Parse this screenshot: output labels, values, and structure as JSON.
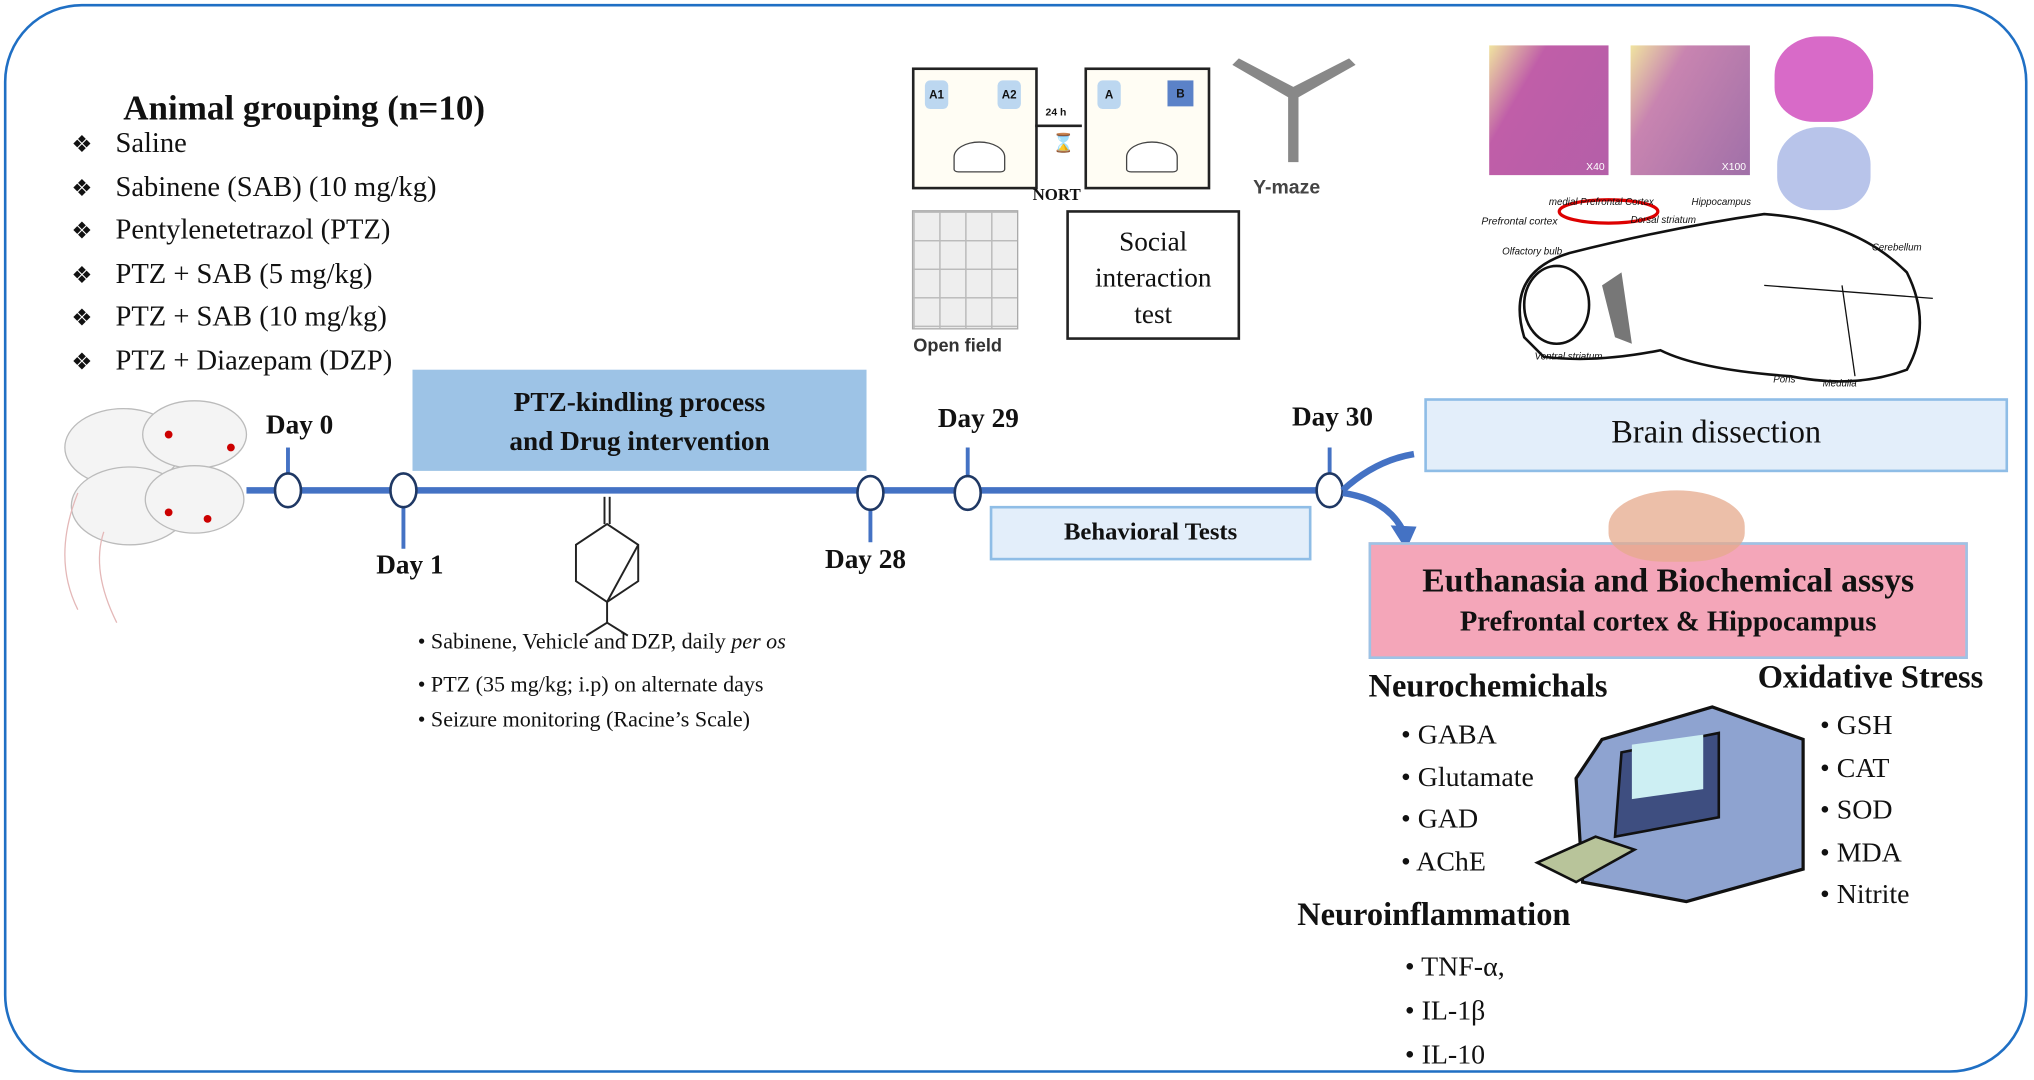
{
  "grouping": {
    "title": "Animal grouping (n=10)",
    "bullet_icon": "diamond-four-petal-icon",
    "items": [
      "Saline",
      "Sabinene (SAB) (10 mg/kg)",
      "Pentylenetetrazol  (PTZ)",
      "PTZ + SAB (5 mg/kg)",
      "PTZ + SAB (10 mg/kg)",
      "PTZ + Diazepam (DZP)"
    ]
  },
  "timeline": {
    "days": {
      "d0": "Day 0",
      "d1": "Day 1",
      "d28": "Day 28",
      "d29": "Day 29",
      "d30": "Day 30"
    },
    "kindling": {
      "line1": "PTZ-kindling process",
      "line2": "and Drug intervention"
    },
    "behavioral": "Behavioral Tests",
    "notes": [
      "Sabinene, Vehicle and DZP, daily ",
      "PTZ (35 mg/kg;  i.p) on alternate days",
      "Seizure monitoring  (Racine’s Scale)"
    ],
    "notes_italic": "per os"
  },
  "tests": {
    "nort": {
      "label": "NORT",
      "obj1": "A1",
      "obj2": "A2",
      "obj3": "A",
      "obj4": "B",
      "interval": "24 h"
    },
    "ymaze": "Y-maze",
    "open_field": "Open field",
    "social": {
      "line1": "Social",
      "line2": "interaction",
      "line3": "test"
    }
  },
  "histology": {
    "mag1": "X40",
    "mag2": "X100"
  },
  "brain_map": {
    "prefrontal": "Prefrontal cortex",
    "mpfc": "medial Prefrontal Cortex",
    "hippocampus": "Hippocampus",
    "dorsal": "Dorsal striatum",
    "olfactory": "Olfactory bulb",
    "ventral": "Ventral striatum",
    "cerebellum": "Cerebellum",
    "pons": "Pons",
    "medulla": "Medulla"
  },
  "dissection": "Brain dissection",
  "assays": {
    "line1": "Euthanasia and Biochemical assys",
    "line2": "Prefrontal cortex & Hippocampus"
  },
  "neurochem": {
    "title": "Neurochemichals",
    "items": [
      "GABA",
      "Glutamate",
      "GAD",
      "AChE"
    ]
  },
  "oxidative": {
    "title": "Oxidative Stress",
    "items": [
      "GSH",
      "CAT",
      "SOD",
      "MDA",
      "Nitrite"
    ]
  },
  "inflammation": {
    "title": "Neuroinflammation",
    "items": [
      "TNF-α,",
      "IL-1β",
      "IL-10"
    ]
  },
  "colors": {
    "frame": "#1f6fc4",
    "timeline": "#4472c4",
    "kindling_box": "#9dc3e6",
    "assay_box": "#f4a6b9",
    "light_box": "#e3eefa"
  }
}
